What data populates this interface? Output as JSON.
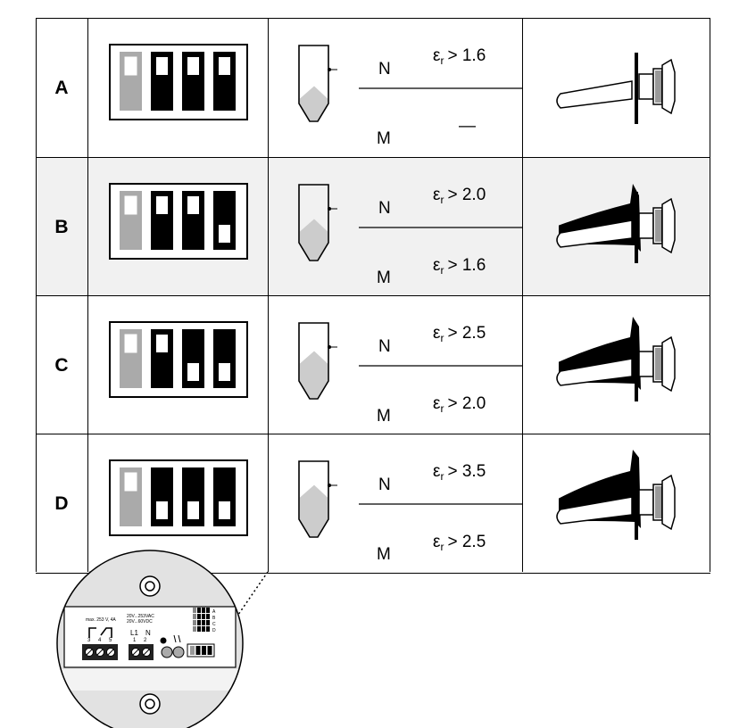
{
  "rows": [
    {
      "label": "A",
      "dip": [
        "on",
        "on",
        "on",
        "on"
      ],
      "level": 0.35,
      "N": {
        "sym": "ε",
        "sub": "r",
        "cond": "> 1.6"
      },
      "M": {
        "text": "—"
      },
      "coat": 0
    },
    {
      "label": "B",
      "dip": [
        "on",
        "on",
        "on",
        "off"
      ],
      "level": 0.45,
      "N": {
        "sym": "ε",
        "sub": "r",
        "cond": "> 2.0"
      },
      "M": {
        "sym": "ε",
        "sub": "r",
        "cond": "> 1.6"
      },
      "coat": 1
    },
    {
      "label": "C",
      "dip": [
        "on",
        "on",
        "off",
        "off"
      ],
      "level": 0.55,
      "N": {
        "sym": "ε",
        "sub": "r",
        "cond": "> 2.5"
      },
      "M": {
        "sym": "ε",
        "sub": "r",
        "cond": "> 2.0"
      },
      "coat": 2
    },
    {
      "label": "D",
      "dip": [
        "on",
        "off",
        "off",
        "off"
      ],
      "level": 0.62,
      "N": {
        "sym": "ε",
        "sub": "r",
        "cond": "> 3.5"
      },
      "M": {
        "sym": "ε",
        "sub": "r",
        "cond": "> 2.5"
      },
      "coat": 3
    }
  ],
  "mode_labels": {
    "N": "N",
    "M": "M"
  },
  "device": {
    "relay_label": "max. 253 V, 4A",
    "supply_label_1": "20V...253VAC",
    "supply_label_2": "20V...60VDC",
    "terminal_numbers": [
      "3",
      "4",
      "5",
      "1",
      "2"
    ],
    "L1": "L1",
    "Nlabel": "N",
    "dip_letters": [
      "A",
      "B",
      "C",
      "D"
    ]
  }
}
